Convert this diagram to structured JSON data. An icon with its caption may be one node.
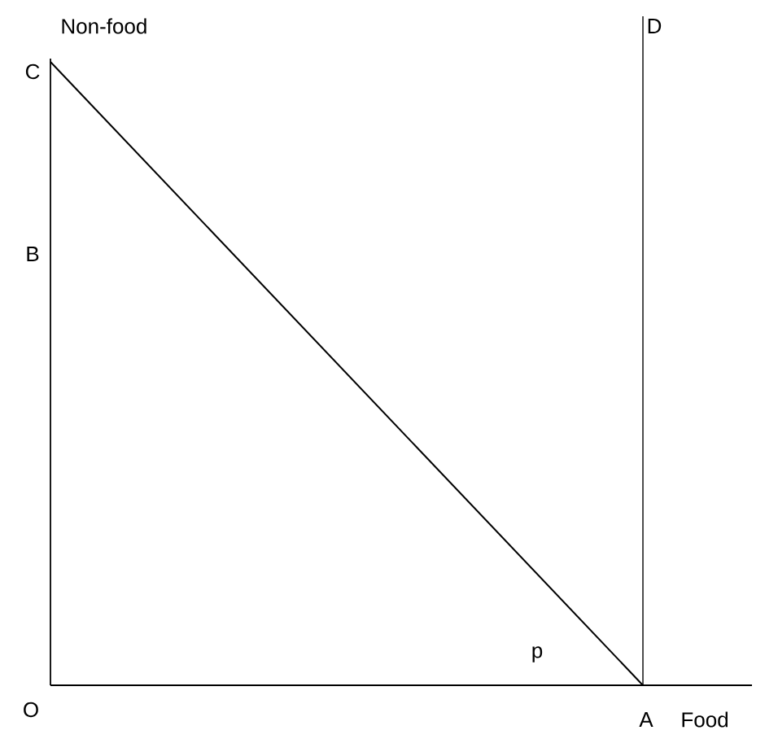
{
  "diagram": {
    "labels": [
      "C",
      "Non-food",
      "D",
      "B",
      "p",
      "O",
      "A",
      "Food"
    ]
  }
}
